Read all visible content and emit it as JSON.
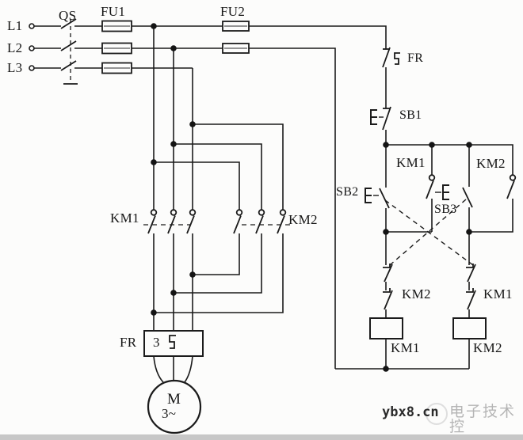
{
  "schematic": {
    "supply": {
      "phases": [
        "L1",
        "L2",
        "L3"
      ],
      "isolator": "QS",
      "main_fuse": "FU1",
      "control_fuse": "FU2"
    },
    "main_circuit": {
      "forward_contactor": "KM1",
      "reverse_contactor": "KM2",
      "thermal_relay": "FR",
      "thermal_pole_count": "3",
      "motor_letter": "M",
      "motor_type": "3~"
    },
    "control_circuit": {
      "thermal_nc": "FR",
      "stop_button": "SB1",
      "forward_button": "SB2",
      "reverse_button": "SB3",
      "km1_seal_in": "KM1",
      "km2_seal_in": "KM2",
      "km2_interlock": "KM2",
      "km1_interlock": "KM1",
      "km1_coil": "KM1",
      "km2_coil": "KM2"
    },
    "line_color": "#1b1b1b",
    "background": "#fcfcfb"
  },
  "watermark": {
    "site": "ybx8.cn",
    "brand": "电子技术控",
    "brand_color": "#b5b5b5"
  }
}
